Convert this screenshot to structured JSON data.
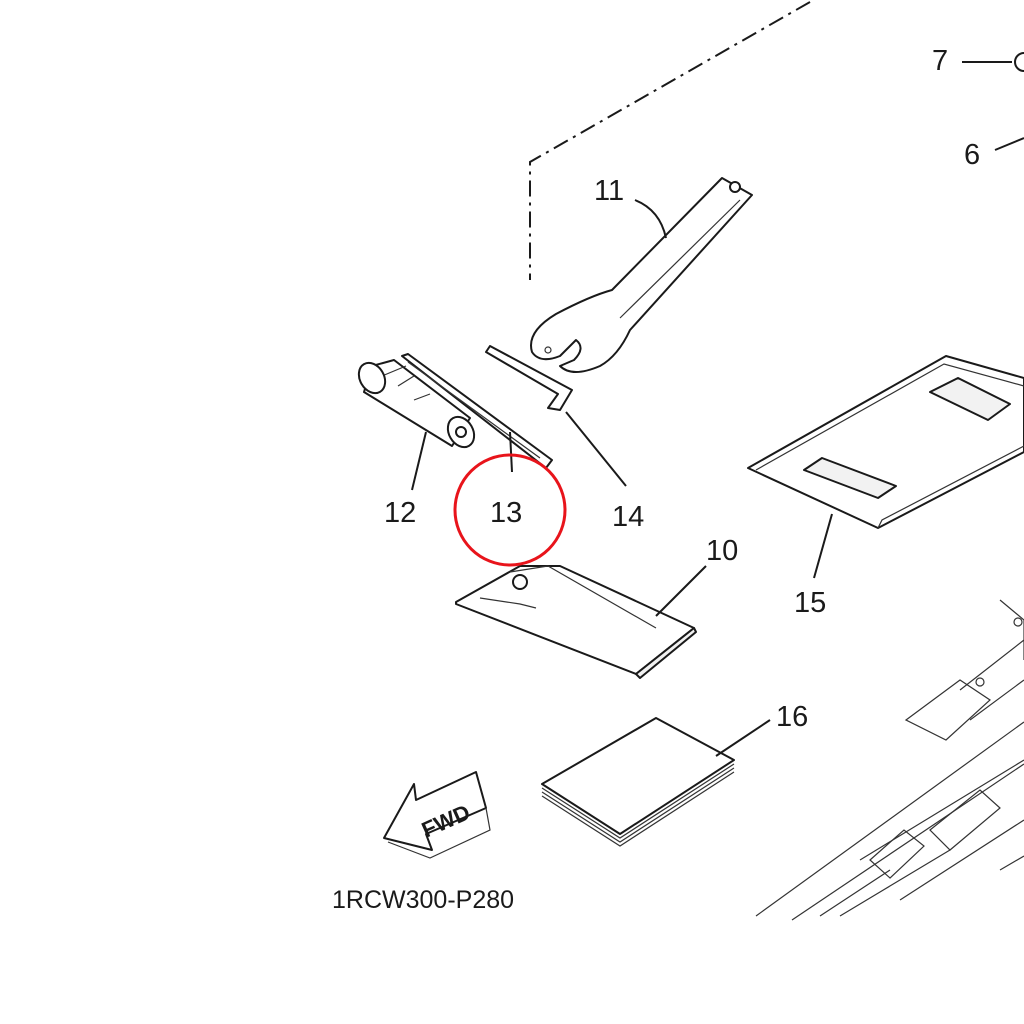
{
  "callouts": {
    "c6": "6",
    "c7": "7",
    "c10": "10",
    "c11": "11",
    "c12": "12",
    "c13": "13",
    "c14": "14",
    "c15": "15",
    "c16": "16"
  },
  "fwd_arrow": {
    "label": "FWD"
  },
  "diagram_code": "1RCW300-P280",
  "highlight": {
    "target": "13",
    "color": "#e8141b"
  }
}
